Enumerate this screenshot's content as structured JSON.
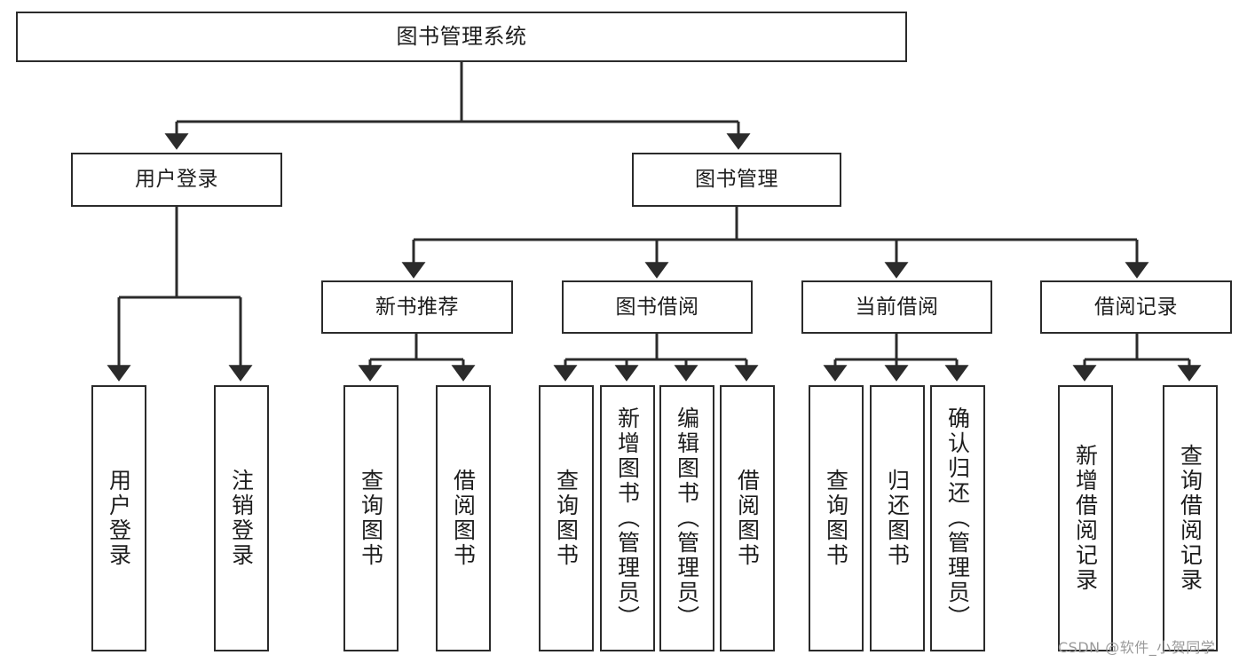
{
  "diagram": {
    "type": "tree",
    "title": "图书管理系统",
    "orientation": "top-down",
    "colors": {
      "background": "#ffffff",
      "box_fill": "#ffffff",
      "box_stroke": "#2b2b2b",
      "edge_stroke": "#2b2b2b",
      "text": "#1d1d1d",
      "watermark": "#9a9a9a"
    }
  },
  "root": {
    "label": "图书管理系统"
  },
  "level1": [
    {
      "label": "用户登录"
    },
    {
      "label": "图书管理"
    }
  ],
  "level2": [
    {
      "label": "新书推荐"
    },
    {
      "label": "图书借阅"
    },
    {
      "label": "当前借阅"
    },
    {
      "label": "借阅记录"
    }
  ],
  "leaves": [
    {
      "label": "用户登录"
    },
    {
      "label": "注销登录"
    },
    {
      "label": "查询图书"
    },
    {
      "label": "借阅图书"
    },
    {
      "label": "查询图书"
    },
    {
      "label": "新增图书（管理员）"
    },
    {
      "label": "编辑图书（管理员）"
    },
    {
      "label": "借阅图书"
    },
    {
      "label": "查询图书"
    },
    {
      "label": "归还图书"
    },
    {
      "label": "确认归还（管理员）"
    },
    {
      "label": "新增借阅记录"
    },
    {
      "label": "查询借阅记录"
    }
  ],
  "watermark": {
    "text": "CSDN @软件_小贺同学"
  }
}
